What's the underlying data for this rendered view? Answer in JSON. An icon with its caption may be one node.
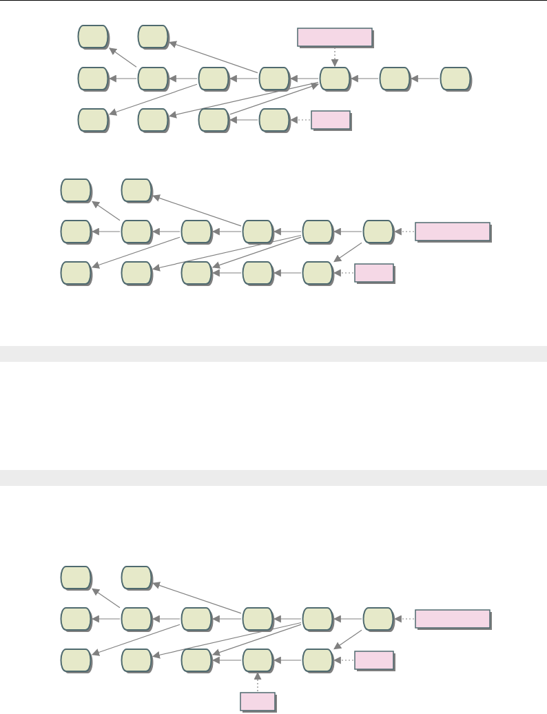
{
  "diagram": {
    "nodes": [
      {
        "text": [],
        "shape": "oval"
      },
      {
        "text": [],
        "shape": "oval"
      },
      {
        "text": [],
        "shape": "box"
      },
      {
        "text": [],
        "shape": "oval"
      },
      {
        "text": [],
        "shape": "oval"
      },
      {
        "text": [],
        "shape": "oval"
      },
      {
        "text": [],
        "shape": "oval"
      },
      {
        "text": [],
        "shape": "oval"
      },
      {
        "text": [],
        "shape": "oval"
      },
      {
        "text": [],
        "shape": "oval"
      },
      {
        "text": [],
        "shape": "oval"
      },
      {
        "text": [],
        "shape": "oval"
      },
      {
        "text": [],
        "shape": "oval"
      },
      {
        "text": [],
        "shape": "oval"
      },
      {
        "text": [],
        "shape": "box"
      },
      {
        "text": [],
        "shape": "oval"
      },
      {
        "text": [],
        "shape": "oval"
      },
      {
        "text": [],
        "shape": "oval"
      },
      {
        "text": [],
        "shape": "oval"
      },
      {
        "text": [],
        "shape": "oval"
      },
      {
        "text": [],
        "shape": "oval"
      },
      {
        "text": [],
        "shape": "oval"
      },
      {
        "text": [],
        "shape": "oval"
      },
      {
        "text": [],
        "shape": "box"
      },
      {
        "text": [],
        "shape": "oval"
      },
      {
        "text": [],
        "shape": "oval"
      },
      {
        "text": [],
        "shape": "oval"
      },
      {
        "text": [],
        "shape": "oval"
      },
      {
        "text": [],
        "shape": "oval"
      },
      {
        "text": [],
        "shape": "box"
      },
      {
        "text": [],
        "shape": "oval"
      },
      {
        "text": [],
        "shape": "oval"
      },
      {
        "text": [],
        "shape": "oval"
      },
      {
        "text": [],
        "shape": "oval"
      },
      {
        "text": [],
        "shape": "oval"
      },
      {
        "text": [],
        "shape": "oval"
      },
      {
        "text": [],
        "shape": "oval"
      },
      {
        "text": [],
        "shape": "oval"
      },
      {
        "text": [],
        "shape": "box"
      },
      {
        "text": [],
        "shape": "oval"
      },
      {
        "text": [],
        "shape": "oval"
      },
      {
        "text": [],
        "shape": "oval"
      },
      {
        "text": [],
        "shape": "oval"
      },
      {
        "text": [],
        "shape": "oval"
      },
      {
        "text": [],
        "shape": "box"
      },
      {
        "text": [],
        "shape": "box"
      },
      {
        "text": [],
        "shape": "bar"
      },
      {
        "text": [],
        "shape": "bar"
      }
    ],
    "edges": [
      {
        "from": 4,
        "to": 0,
        "arrow": "to"
      },
      {
        "from": 6,
        "to": 1,
        "arrow": "to"
      },
      {
        "from": 4,
        "to": 3,
        "arrow": "to"
      },
      {
        "from": 5,
        "to": 4,
        "arrow": "to"
      },
      {
        "from": 6,
        "to": 5,
        "arrow": "to"
      },
      {
        "from": 7,
        "to": 6,
        "arrow": "to"
      },
      {
        "from": 8,
        "to": 7,
        "arrow": "to"
      },
      {
        "from": 9,
        "to": 8,
        "arrow": "to"
      },
      {
        "from": 5,
        "to": 10,
        "arrow": "to"
      },
      {
        "from": 7,
        "to": 11,
        "arrow": "to"
      },
      {
        "from": 12,
        "to": 7,
        "arrow": "to"
      },
      {
        "from": 13,
        "to": 12,
        "arrow": "to"
      },
      {
        "from": 2,
        "to": 7,
        "arrow": "to",
        "style": "dashed"
      },
      {
        "from": 14,
        "to": 13,
        "arrow": "to",
        "style": "dashed"
      },
      {
        "from": 18,
        "to": 15,
        "arrow": "to"
      },
      {
        "from": 20,
        "to": 16,
        "arrow": "to"
      },
      {
        "from": 18,
        "to": 17,
        "arrow": "to"
      },
      {
        "from": 19,
        "to": 18,
        "arrow": "to"
      },
      {
        "from": 20,
        "to": 19,
        "arrow": "to"
      },
      {
        "from": 21,
        "to": 20,
        "arrow": "to"
      },
      {
        "from": 22,
        "to": 21,
        "arrow": "to"
      },
      {
        "from": 19,
        "to": 24,
        "arrow": "to"
      },
      {
        "from": 21,
        "to": 25,
        "arrow": "to"
      },
      {
        "from": 21,
        "to": 26,
        "arrow": "to"
      },
      {
        "from": 22,
        "to": 28,
        "arrow": "to"
      },
      {
        "from": 28,
        "to": 27,
        "arrow": "to"
      },
      {
        "from": 27,
        "to": 26,
        "arrow": "to"
      },
      {
        "from": 23,
        "to": 22,
        "arrow": "to",
        "style": "dashed"
      },
      {
        "from": 29,
        "to": 28,
        "arrow": "to",
        "style": "dashed"
      },
      {
        "from": 33,
        "to": 30,
        "arrow": "to"
      },
      {
        "from": 35,
        "to": 31,
        "arrow": "to"
      },
      {
        "from": 33,
        "to": 32,
        "arrow": "to"
      },
      {
        "from": 34,
        "to": 33,
        "arrow": "to"
      },
      {
        "from": 35,
        "to": 34,
        "arrow": "to"
      },
      {
        "from": 36,
        "to": 35,
        "arrow": "to"
      },
      {
        "from": 37,
        "to": 36,
        "arrow": "to"
      },
      {
        "from": 34,
        "to": 39,
        "arrow": "to"
      },
      {
        "from": 36,
        "to": 40,
        "arrow": "to"
      },
      {
        "from": 36,
        "to": 41,
        "arrow": "to"
      },
      {
        "from": 37,
        "to": 43,
        "arrow": "to"
      },
      {
        "from": 43,
        "to": 42,
        "arrow": "to"
      },
      {
        "from": 42,
        "to": 41,
        "arrow": "to"
      },
      {
        "from": 38,
        "to": 37,
        "arrow": "to",
        "style": "dashed"
      },
      {
        "from": 44,
        "to": 43,
        "arrow": "to",
        "style": "dashed"
      },
      {
        "from": 45,
        "to": 42,
        "arrow": "to",
        "style": "dashed"
      }
    ]
  }
}
